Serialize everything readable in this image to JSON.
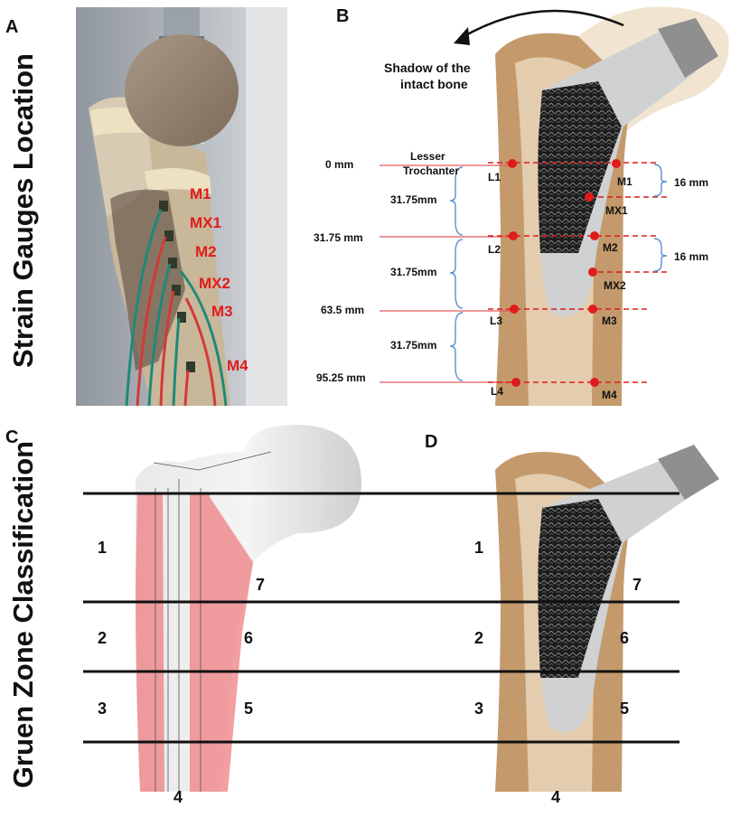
{
  "panels": {
    "a": "A",
    "b": "B",
    "c": "C",
    "d": "D"
  },
  "side_titles": {
    "top": "Strain Gauges Location",
    "bottom": "Gruen Zone Classification"
  },
  "photo_gauges": [
    "M1",
    "MX1",
    "M2",
    "MX2",
    "M3",
    "M4"
  ],
  "panel_b": {
    "shadow_text_line1": "Shadow of the",
    "shadow_text_line2": "intact bone",
    "lesser_line1": "Lesser",
    "lesser_line2": "Trochanter",
    "levels": [
      "0 mm",
      "31.75 mm",
      "63.5 mm",
      "95.25 mm"
    ],
    "spacings": [
      "31.75mm",
      "31.75mm",
      "31.75mm"
    ],
    "medial_spacing": [
      "16 mm",
      "16 mm"
    ],
    "lateral_gauges": [
      "L1",
      "L2",
      "L3",
      "L4"
    ],
    "medial_gauges": [
      "M1",
      "MX1",
      "M2",
      "MX2",
      "M3",
      "M4"
    ]
  },
  "zones": {
    "c": [
      "1",
      "2",
      "3",
      "4",
      "5",
      "6",
      "7"
    ],
    "d": [
      "1",
      "2",
      "3",
      "4",
      "5",
      "6",
      "7"
    ]
  },
  "colors": {
    "bone": "#c49a6c",
    "bone_dark": "#a67c52",
    "canal": "#e3cdae",
    "stem": "#cfd1d3",
    "porous": "#222222",
    "gauge_red": "#e01b1b",
    "bracket_blue": "#5b8fd0",
    "zone_red": "#ef7f82"
  }
}
